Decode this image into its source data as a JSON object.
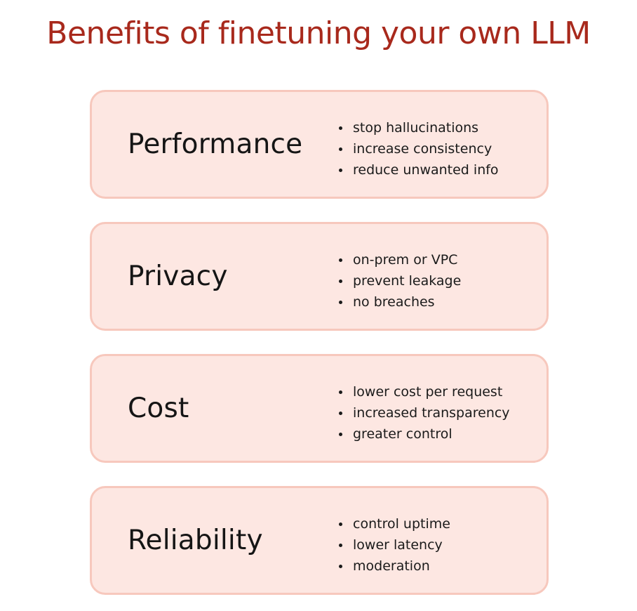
{
  "title": "Benefits of finetuning your own LLM",
  "colors": {
    "title": "#a8291c",
    "card_fill": "#fde7e2",
    "card_border": "#f7c8bd",
    "text": "#151515"
  },
  "cards": [
    {
      "label": "Performance",
      "bullets": [
        "stop hallucinations",
        "increase consistency",
        "reduce unwanted info"
      ]
    },
    {
      "label": "Privacy",
      "bullets": [
        "on-prem or VPC",
        "prevent leakage",
        "no breaches"
      ]
    },
    {
      "label": "Cost",
      "bullets": [
        "lower cost per request",
        "increased transparency",
        "greater control"
      ]
    },
    {
      "label": "Reliability",
      "bullets": [
        "control uptime",
        "lower latency",
        "moderation"
      ]
    }
  ]
}
